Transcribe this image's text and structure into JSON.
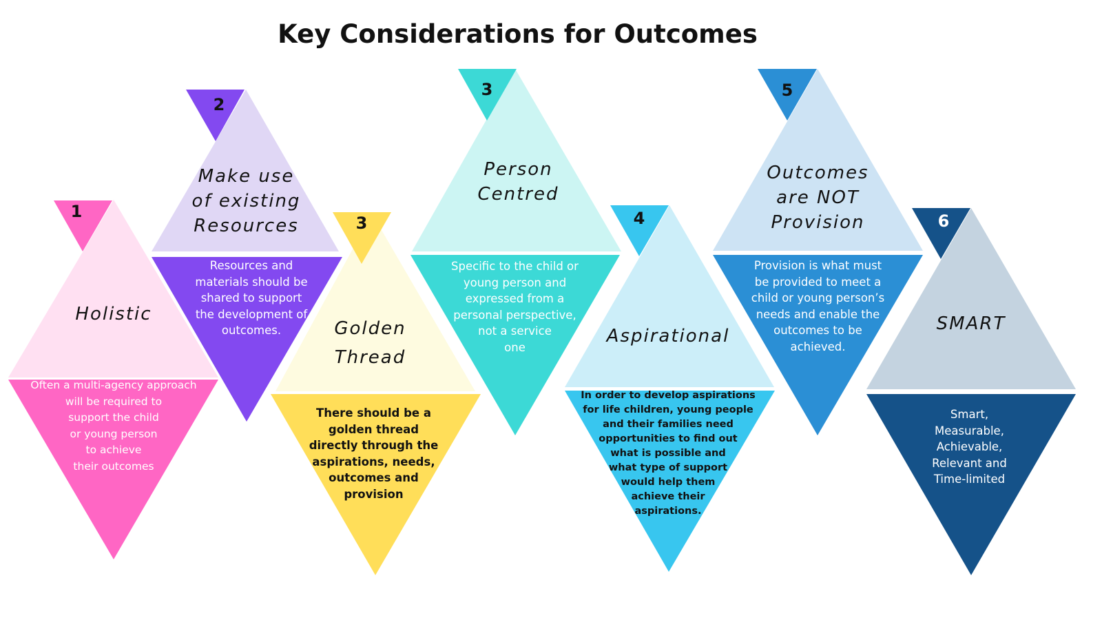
{
  "title": "Key Considerations for Outcomes",
  "items": [
    {
      "number": "1",
      "heading": "Holistic",
      "description": "Often a multi-agency approach\nwill be required to\nsupport the child\nor young person\nto achieve\ntheir outcomes",
      "light": "#FFE0F2",
      "dark": "#FF66C4"
    },
    {
      "number": "2",
      "heading": "Make use\nof existing\nResources",
      "description": "Resources and\nmaterials should be\nshared to support\nthe development of\noutcomes.",
      "light": "#E0D7F5",
      "dark": "#8349F0"
    },
    {
      "number": "3",
      "heading": "Golden\nThread",
      "description": "There should be a\ngolden thread\ndirectly through the\naspirations, needs,\noutcomes and\nprovision",
      "light": "#FEFBE0",
      "dark": "#FFDE59"
    },
    {
      "number": "3",
      "heading": "Person\nCentred",
      "description": "Specific to the child or\nyoung person and\nexpressed from a\npersonal perspective,\nnot a service\none",
      "light": "#CCF5F3",
      "dark": "#3CD9D6"
    },
    {
      "number": "4",
      "heading": "Aspirational",
      "description": "In order to develop aspirations\nfor life children, young people\nand their families need\nopportunities to find out\nwhat is possible and\nwhat type of support\nwould help them\nachieve their\naspirations.",
      "light": "#CCEEF9",
      "dark": "#38C6EF"
    },
    {
      "number": "5",
      "heading": "Outcomes\nare NOT\nProvision",
      "description": "Provision is what must\nbe provided to meet a\nchild or young person’s\nneeds and enable the\noutcomes to be\nachieved.",
      "light": "#CDE3F4",
      "dark": "#2B8FD5"
    },
    {
      "number": "6",
      "heading": "SMART",
      "description": "Smart,\nMeasurable,\nAchievable,\nRelevant and\nTime-limited",
      "light": "#C4D3E0",
      "dark": "#155289"
    }
  ]
}
